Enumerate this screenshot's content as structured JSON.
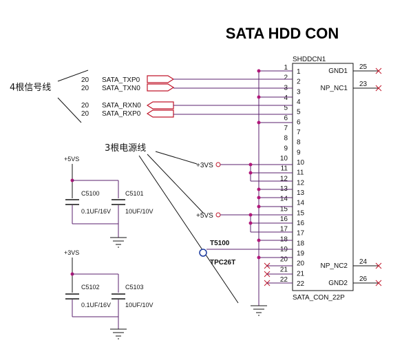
{
  "title": "SATA HDD CON",
  "connector": {
    "ref": "SHDDCN1",
    "part": "SATA_CON_22P",
    "pin_numbers": [
      "1",
      "2",
      "3",
      "4",
      "5",
      "6",
      "7",
      "8",
      "9",
      "10",
      "11",
      "12",
      "13",
      "14",
      "15",
      "16",
      "17",
      "18",
      "19",
      "20",
      "21",
      "22"
    ],
    "right_labels": {
      "gnd1": "GND1",
      "pin25": "25",
      "np_nc1": "NP_NC1",
      "pin23": "23",
      "np_nc2": "NP_NC2",
      "pin24": "24",
      "gnd2": "GND2",
      "pin26": "26"
    }
  },
  "signals": [
    {
      "page": "20",
      "name": "SATA_TXP0"
    },
    {
      "page": "20",
      "name": "SATA_TXN0"
    },
    {
      "page": "20",
      "name": "SATA_RXN0"
    },
    {
      "page": "20",
      "name": "SATA_RXP0"
    }
  ],
  "annotations": {
    "signal_lines": "4根信号线",
    "power_lines": "3根电源线"
  },
  "power": {
    "v3": "+3VS",
    "v5": "+5VS"
  },
  "testpoint": {
    "ref": "T5100",
    "part": "TPC26T"
  },
  "caps_5v": {
    "rail": "+5VS",
    "c1_ref": "C5100",
    "c1_val": "0.1UF/16V",
    "c2_ref": "C5101",
    "c2_val": "10UF/10V"
  },
  "caps_3v": {
    "rail": "+3VS",
    "c1_ref": "C5102",
    "c1_val": "0.1UF/16V",
    "c2_ref": "C5103",
    "c2_val": "10UF/10V"
  },
  "colors": {
    "wire": "#5a1f6e",
    "junction": "#b0187a",
    "port": "#c0162a"
  }
}
